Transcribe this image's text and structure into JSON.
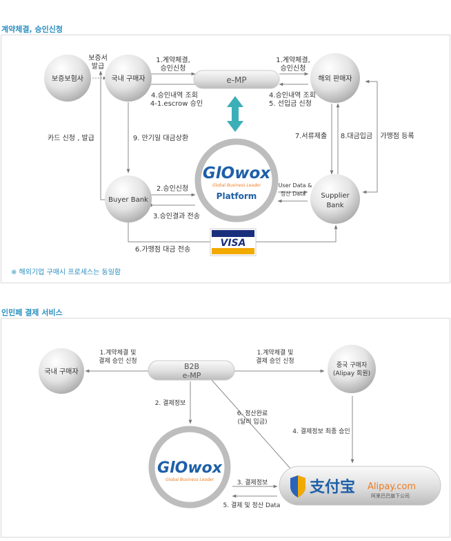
{
  "section1": {
    "title": "계약체결, 승인신청",
    "nodes": {
      "insurer": "보증보험사",
      "domestic_buyer": "국내 구매자",
      "emp": "e-MP",
      "foreign_seller": "해외 판매자",
      "buyer_bank": "Buyer Bank",
      "supplier_bank_1": "Supplier",
      "supplier_bank_2": "Bank",
      "platform_logo": "GlOwox",
      "platform_tagline": "Global Business Leader",
      "platform_label": "Platform",
      "visa": "VISA"
    },
    "labels": {
      "guarantee_1": "보증서",
      "guarantee_2": "발급",
      "contract_left_1": "1.계약체결,",
      "contract_left_2": "승인신청",
      "contract_right_1": "1.계약체결,",
      "contract_right_2": "승인신청",
      "approval_left_1": "4.승인내역 조회",
      "approval_left_2": "4-1.escrow 승인",
      "approval_right_1": "4.승인내역 조회",
      "approval_right_2": "5. 선입금 신청",
      "card": "카드 신청 , 발급",
      "maturity": "9. 만기일 대금상환",
      "docs": "7.서류제출",
      "payment": "8.대금입금",
      "merchant_reg": "가맹점 등록",
      "approval_req": "2.승인신청",
      "approval_result": "3.승인결과 전송",
      "user_data_1": "User Data &",
      "user_data_2": "정산 Data",
      "merchant_transfer": "6.가맹점 대금 전송"
    },
    "note": "※ 해외기업 구매시 프로세스는 동일함"
  },
  "section2": {
    "title": "인민페 결제 서비스",
    "nodes": {
      "domestic_buyer": "국내 구매자",
      "b2b": "B2B",
      "emp": "e-MP",
      "china_buyer_1": "중국 구매자",
      "china_buyer_2": "(Alipay 회원)",
      "platform_logo": "GlOwox",
      "platform_tagline": "Global Business Leader",
      "alipay_cn": "支付宝",
      "alipay_com": "Alipay.com",
      "alipay_sub": "阿里巴巴旗下公司"
    },
    "labels": {
      "contract_left_1": "1.계약체결 및",
      "contract_left_2": "결제 승인 신청",
      "contract_right_1": "1.계약체결 및",
      "contract_right_2": "결제 승인 신청",
      "payment_info": "2. 결제정보",
      "settle_1": "6. 정산완료",
      "settle_2": "(달러 입금)",
      "final_approval": "4. 결제정보 최종 승인",
      "payment_info_3": "3. 결제정보",
      "settle_data": "5. 결제 및 정산 Data"
    }
  },
  "colors": {
    "title": "#2a8fc0",
    "teal_arrow": "#3aafb8",
    "platform_blue": "#1d5fa8",
    "logo_orange": "#f07a1e",
    "visa_blue": "#1a2f7c",
    "visa_gold": "#f2a900"
  }
}
